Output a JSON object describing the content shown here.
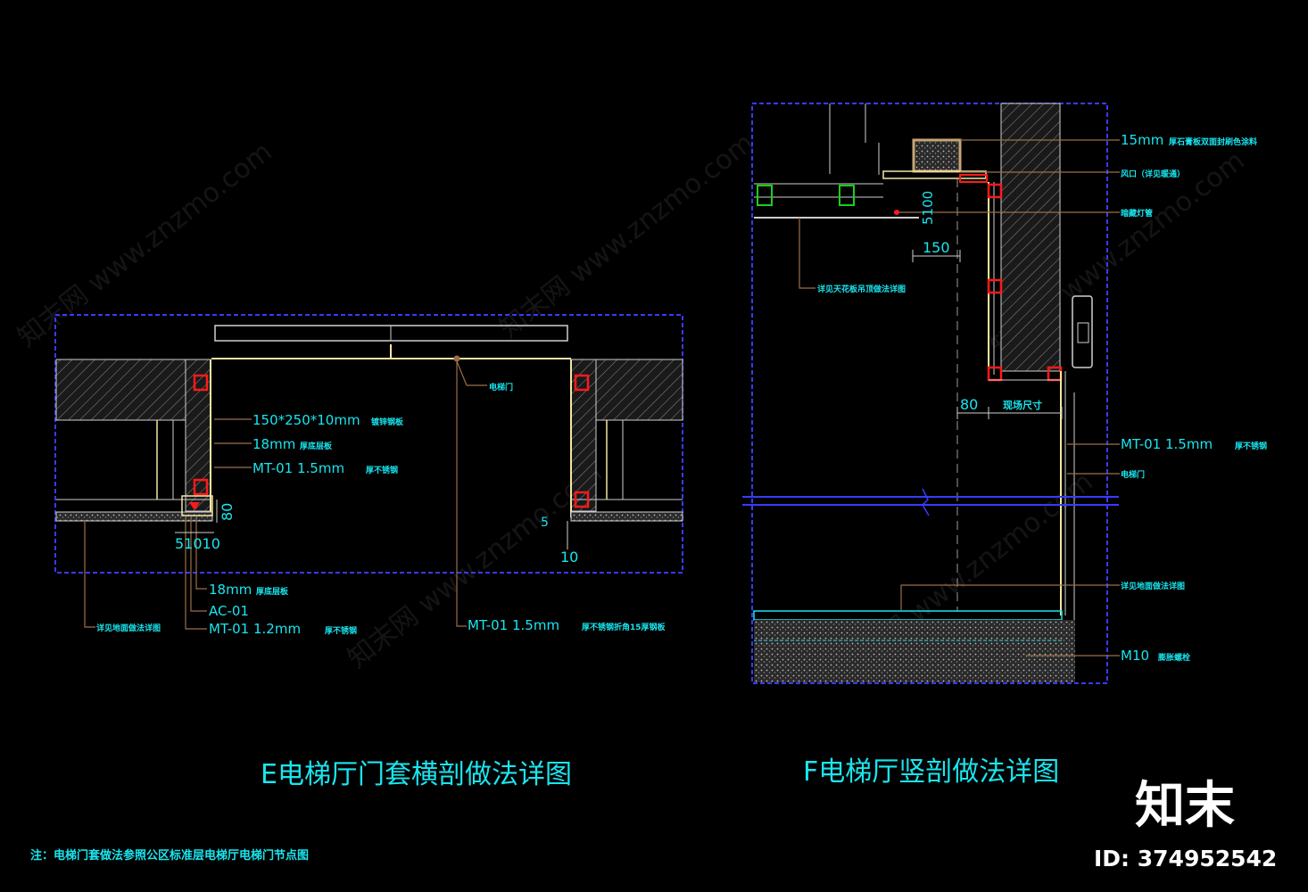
{
  "drawing_e": {
    "title": "E电梯厅门套横剖做法详图",
    "labels": {
      "plate": "150*250*10mm",
      "plate_note": "镀锌钢板",
      "board18_top": "18mm",
      "board18_top_note": "厚底层板",
      "mt01_15": "MT-01  1.5mm",
      "mt01_15_note": "厚不锈钢",
      "elevator_door": "电梯门",
      "board18_bottom": "18mm",
      "board18_bottom_note": "厚底层板",
      "ac01": "AC-01",
      "mt01_12": "MT-01  1.2mm",
      "mt01_12_note": "厚不锈钢",
      "mt01_bottom": "MT-01  1.5mm",
      "mt01_bottom_note": "厚不锈钢折角15厚钢板",
      "floor_ref": "详见地面做法详图"
    },
    "dims": {
      "d80": "80",
      "d5110": "51010",
      "d5": "5",
      "d10": "10"
    }
  },
  "drawing_f": {
    "title": "F电梯厅竖剖做法详图",
    "labels": {
      "top_15mm": "15mm",
      "top_15mm_note": "厚石膏板双面封刷色涂料",
      "vent": "风口（详见暖通）",
      "light": "暗藏灯管",
      "ceiling_ref": "详见天花板吊顶做法详图",
      "mt01": "MT-01  1.5mm",
      "mt01_note": "厚不锈钢",
      "door": "电梯门",
      "floor_ref": "详见地面做法详图",
      "m10": "M10",
      "m10_note": "膨胀螺栓"
    },
    "dims": {
      "d5100": "5100",
      "d150": "150",
      "d80": "80",
      "d_site": "现场尺寸"
    }
  },
  "note": "注：电梯门套做法参照公区标准层电梯厅电梯门节点图",
  "watermark": {
    "brand": "知末",
    "id": "ID: 374952542"
  },
  "colors": {
    "background": "#000000",
    "text_cyan": "#19e6f0",
    "frame_blue": "#3a3aff",
    "leader_brown": "#9b6f4a",
    "door_yellow": "#f3e7a1",
    "marker_red": "#ff1a1a"
  }
}
